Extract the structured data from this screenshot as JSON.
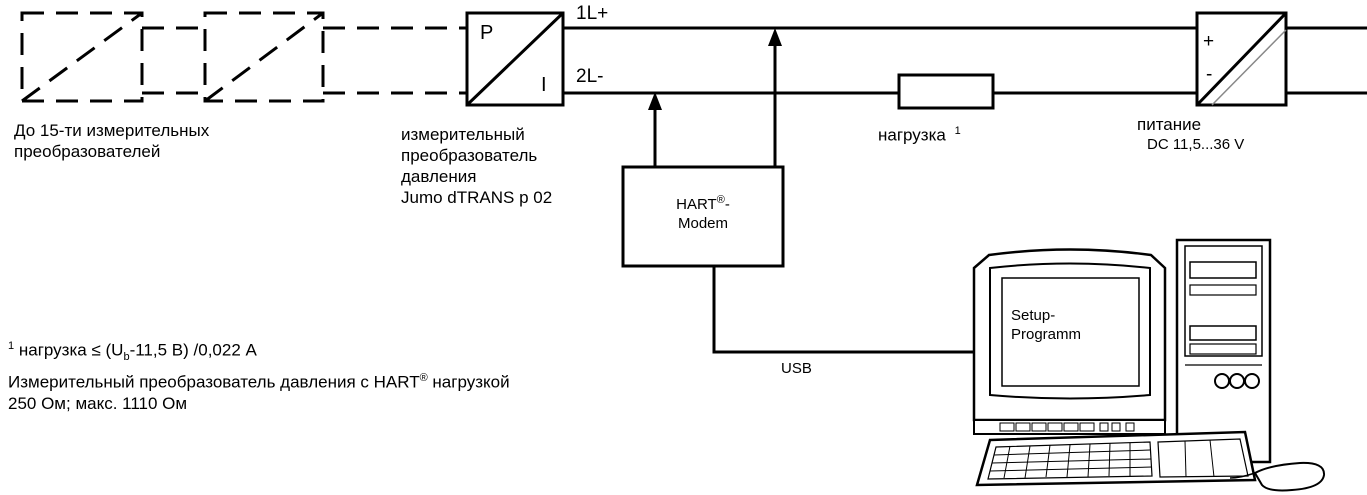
{
  "transducers_label": [
    "До 15-ти измерительных",
    "преобразователей"
  ],
  "pressure_transmitter": {
    "p_letter": "P",
    "i_letter": "I",
    "label": [
      "измерительный",
      "преобразователь",
      "давления",
      "Jumo dTRANS p 02"
    ]
  },
  "lines": {
    "l1": "1L+",
    "l2": "2L-"
  },
  "load": {
    "label": "нагрузка",
    "footnote_mark": "1"
  },
  "power": {
    "plus": "+",
    "minus": "-",
    "label": "питание",
    "spec": "DC 11,5...36 V"
  },
  "modem": {
    "line1_prefix": "HART",
    "line1_sup": "®",
    "line1_suffix": "-",
    "line2": "Modem"
  },
  "usb_label": "USB",
  "computer": {
    "screen_line1": "Setup-",
    "screen_line2": "Programm"
  },
  "footnote": {
    "mark": "1",
    "line1_a": "нагрузка ≤ (U",
    "line1_sub": "b",
    "line1_b": "-11,5 В) /0,022 А",
    "line2_a": "Измерительный преобразователь давления с HART",
    "line2_sup": "®",
    "line2_b": " нагрузкой",
    "line3": "250 Ом; макс. 1110 Ом"
  }
}
